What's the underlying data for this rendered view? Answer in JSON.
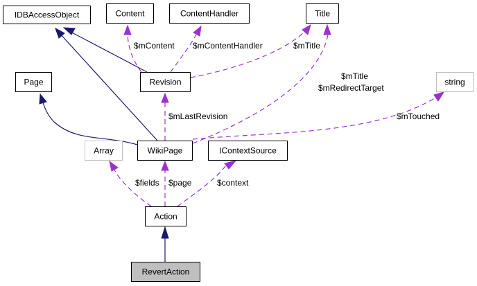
{
  "diagram": {
    "type": "class-collaboration-graph",
    "focus_class": "RevertAction",
    "nodes": [
      {
        "id": "IDBAccessObject",
        "label": "IDBAccessObject",
        "kind": "documented"
      },
      {
        "id": "Content",
        "label": "Content",
        "kind": "documented"
      },
      {
        "id": "ContentHandler",
        "label": "ContentHandler",
        "kind": "documented"
      },
      {
        "id": "Title",
        "label": "Title",
        "kind": "documented"
      },
      {
        "id": "Page",
        "label": "Page",
        "kind": "documented"
      },
      {
        "id": "Revision",
        "label": "Revision",
        "kind": "documented"
      },
      {
        "id": "string",
        "label": "string",
        "kind": "external"
      },
      {
        "id": "Array",
        "label": "Array",
        "kind": "external"
      },
      {
        "id": "WikiPage",
        "label": "WikiPage",
        "kind": "documented"
      },
      {
        "id": "IContextSource",
        "label": "IContextSource",
        "kind": "documented"
      },
      {
        "id": "Action",
        "label": "Action",
        "kind": "documented"
      },
      {
        "id": "RevertAction",
        "label": "RevertAction",
        "kind": "focus"
      }
    ],
    "edges": [
      {
        "from": "Revision",
        "to": "IDBAccessObject",
        "type": "inherit"
      },
      {
        "from": "WikiPage",
        "to": "IDBAccessObject",
        "type": "inherit"
      },
      {
        "from": "WikiPage",
        "to": "Page",
        "type": "inherit"
      },
      {
        "from": "RevertAction",
        "to": "Action",
        "type": "inherit"
      },
      {
        "from": "Revision",
        "to": "Content",
        "type": "use",
        "label": "$mContent"
      },
      {
        "from": "Revision",
        "to": "ContentHandler",
        "type": "use",
        "label": "$mContentHandler"
      },
      {
        "from": "Revision",
        "to": "Title",
        "type": "use",
        "label": "$mTitle"
      },
      {
        "from": "WikiPage",
        "to": "Title",
        "type": "use",
        "label": "$mTitle\n$mRedirectTarget"
      },
      {
        "from": "WikiPage",
        "to": "Revision",
        "type": "use",
        "label": "$mLastRevision"
      },
      {
        "from": "WikiPage",
        "to": "string",
        "type": "use",
        "label": "$mTouched"
      },
      {
        "from": "Action",
        "to": "Array",
        "type": "use",
        "label": "$fields"
      },
      {
        "from": "Action",
        "to": "WikiPage",
        "type": "use",
        "label": "$page"
      },
      {
        "from": "Action",
        "to": "IContextSource",
        "type": "use",
        "label": "$context"
      }
    ],
    "labels": {
      "mContent": "$mContent",
      "mContentHandler": "$mContentHandler",
      "mTitle": "$mTitle",
      "mTitle2": "$mTitle",
      "mRedirectTarget": "$mRedirectTarget",
      "mLastRevision": "$mLastRevision",
      "mTouched": "$mTouched",
      "fields": "$fields",
      "page": "$page",
      "context": "$context"
    },
    "colors": {
      "inherit_edge": "#191970",
      "use_edge": "#9a32cd",
      "focus_fill": "#bfbfbf",
      "external_border": "#bfbfbf"
    }
  }
}
